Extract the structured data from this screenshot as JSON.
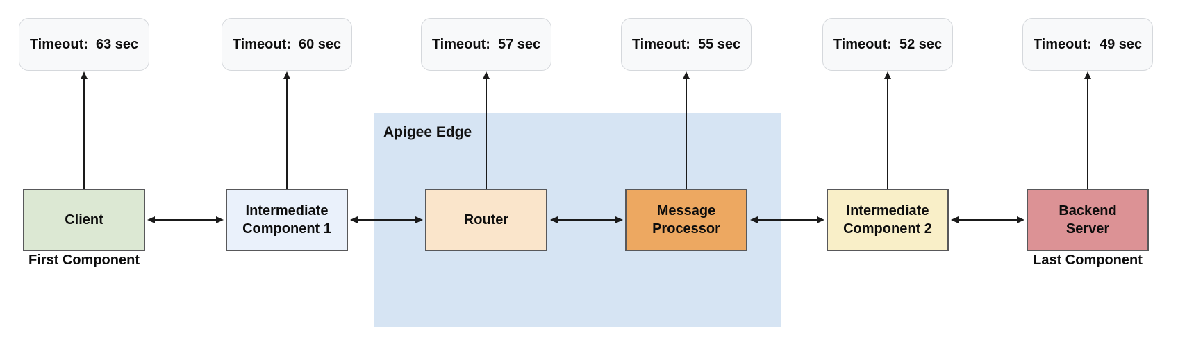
{
  "region": {
    "label": "Apigee Edge",
    "fill": "#d6e4f3"
  },
  "labels": {
    "first_component": "First Component",
    "last_component": "Last Component"
  },
  "components": [
    {
      "id": "client",
      "label": "Client",
      "timeout": "Timeout:  63 sec",
      "fill": "#dce8d3"
    },
    {
      "id": "intermediate-component-1",
      "label": "Intermediate\nComponent 1",
      "timeout": "Timeout:  60 sec",
      "fill": "#eaf1fb"
    },
    {
      "id": "router",
      "label": "Router",
      "timeout": "Timeout:  57 sec",
      "fill": "#fae5cb"
    },
    {
      "id": "message-processor",
      "label": "Message\nProcessor",
      "timeout": "Timeout:  55 sec",
      "fill": "#eda861"
    },
    {
      "id": "intermediate-component-2",
      "label": "Intermediate\nComponent 2",
      "timeout": "Timeout:  52 sec",
      "fill": "#f9efc8"
    },
    {
      "id": "backend-server",
      "label": "Backend\nServer",
      "timeout": "Timeout:  49 sec",
      "fill": "#dc9295"
    }
  ],
  "colors": {
    "box_border": "#58585a",
    "bubble_bg": "#f8f9fa",
    "bubble_border": "#d5d8dc",
    "arrow": "#1a1a1a",
    "region_bg": "#d6e4f3"
  }
}
